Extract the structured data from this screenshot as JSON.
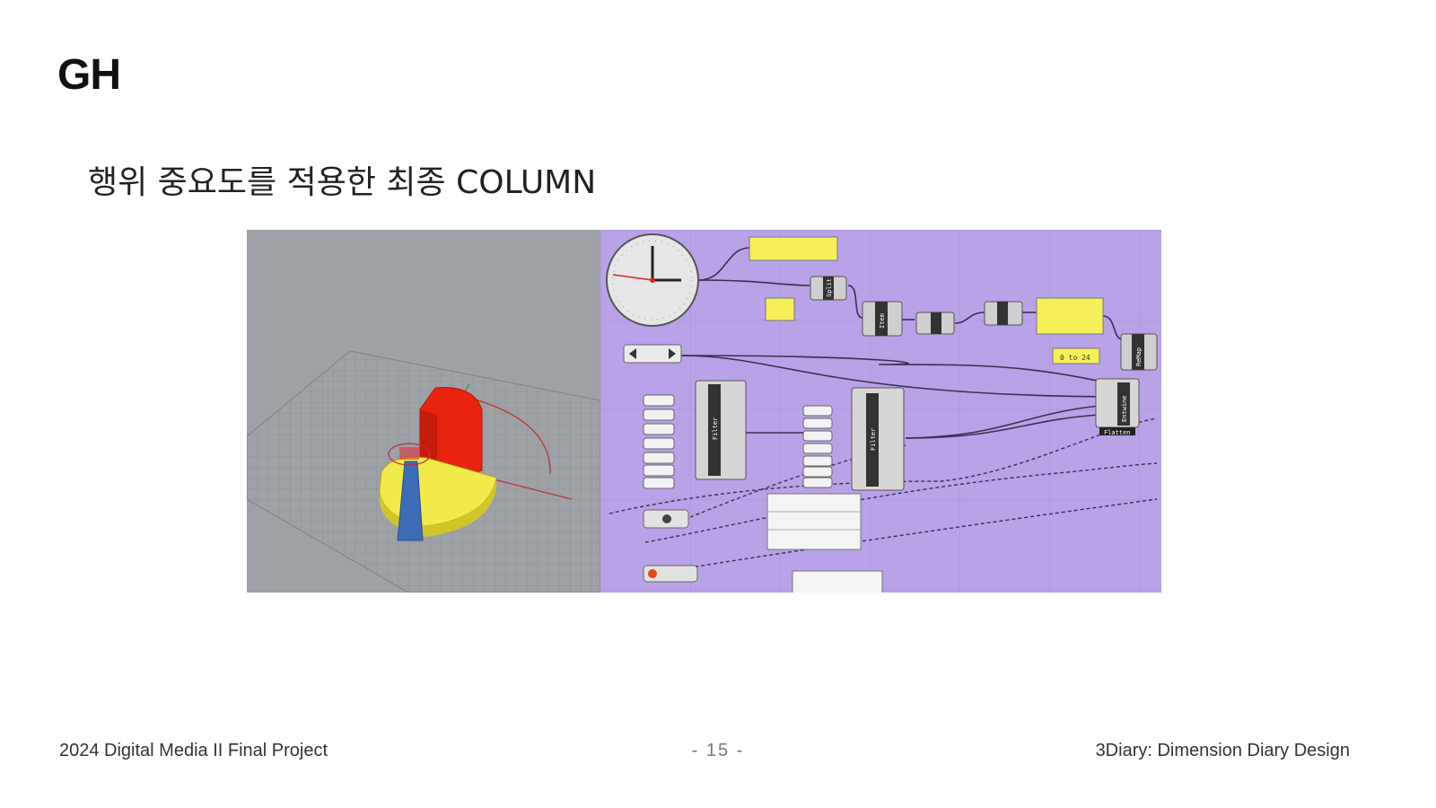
{
  "slide": {
    "title": "GH",
    "subtitle": "행위 중요도를 적용한 최종 COLUMN"
  },
  "figure": {
    "viewport": {
      "background": "#9ea1a6",
      "column_colors": {
        "top_segment": "#e8230f",
        "ring_segment": "#f2ea4a",
        "wedge": "#3d6bb8"
      }
    },
    "grasshopper": {
      "background": "#b8a2e8",
      "components": {
        "split": "Split",
        "item": "Item",
        "filter_left": "Filter",
        "filter_right": "Filter",
        "entwine": "Entwine",
        "relabel": "ReMap",
        "flatten": "Flatten",
        "panel_value": "0 to 24"
      }
    }
  },
  "footer": {
    "left": "2024  Digital Media II  Final Project",
    "center": "- 15 -",
    "right": "3Diary: Dimension Diary Design"
  }
}
